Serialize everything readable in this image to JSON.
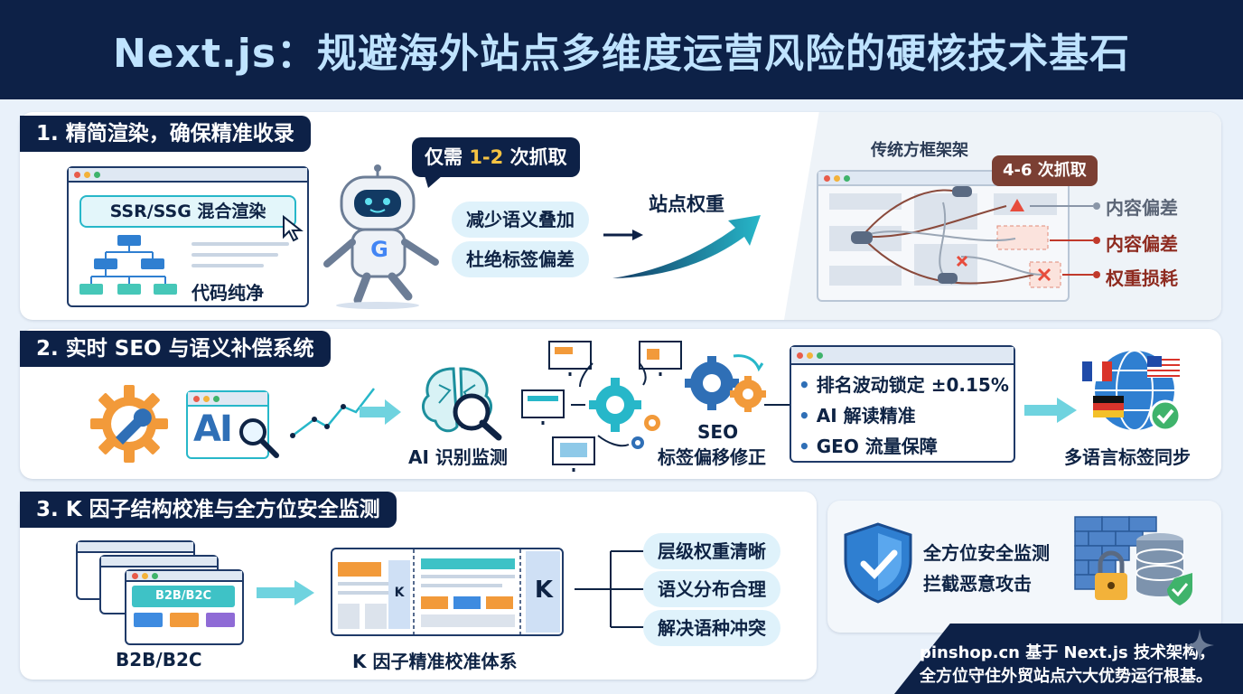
{
  "title": "Next.js：规避海外站点多维度运营风险的硬核技术基石",
  "section1": {
    "label": "1. 精简渲染，确保精准收录",
    "render_box": "SSR/SSG 混合渲染",
    "clean_code": "代码纯净",
    "bubble_pre": "仅需 ",
    "bubble_num": "1-2",
    "bubble_post": " 次抓取",
    "benefit_1": "减少语义叠加",
    "benefit_2": "杜绝标签偏差",
    "site_weight": "站点权重",
    "traditional_title": "传统方框架架",
    "trad_bubble": "4-6 次抓取",
    "risk_1": "内容偏差",
    "risk_2": "内容偏差",
    "risk_3": "权重损耗",
    "robot_logo": "G"
  },
  "section2": {
    "label": "2. 实时 SEO 与语义补偿系统",
    "ai_icon_text": "AI",
    "ai_detect": "AI 识别监测",
    "seo_line1": "SEO",
    "seo_line2": "标签偏移修正",
    "result_1": "排名波动锁定 ±0.15%",
    "result_2": "AI 解读精准",
    "result_3": "GEO 流量保障",
    "multilang": "多语言标签同步"
  },
  "section3": {
    "label": "3. K 因子结构校准与全方位安全监测",
    "b2b_inner": "B2B/B2C",
    "b2b_caption": "B2B/B2C",
    "k_small": "K",
    "k_big": "K",
    "k_caption": "K 因子精准校准体系",
    "benefit_1": "层级权重清晰",
    "benefit_2": "语义分布合理",
    "benefit_3": "解决语种冲突",
    "security_1": "全方位安全监测",
    "security_2": "拦截恶意攻击"
  },
  "footer": {
    "line1": "pinshop.cn 基于 Next.js 技术架构，",
    "line2": "全方位守住外贸站点六大优势运行根基。"
  },
  "colors": {
    "navy": "#0d2147",
    "teal": "#27b7c9",
    "pill_bg": "#dff2fb",
    "risk_red": "#c0392b",
    "orange": "#f29a3a"
  }
}
